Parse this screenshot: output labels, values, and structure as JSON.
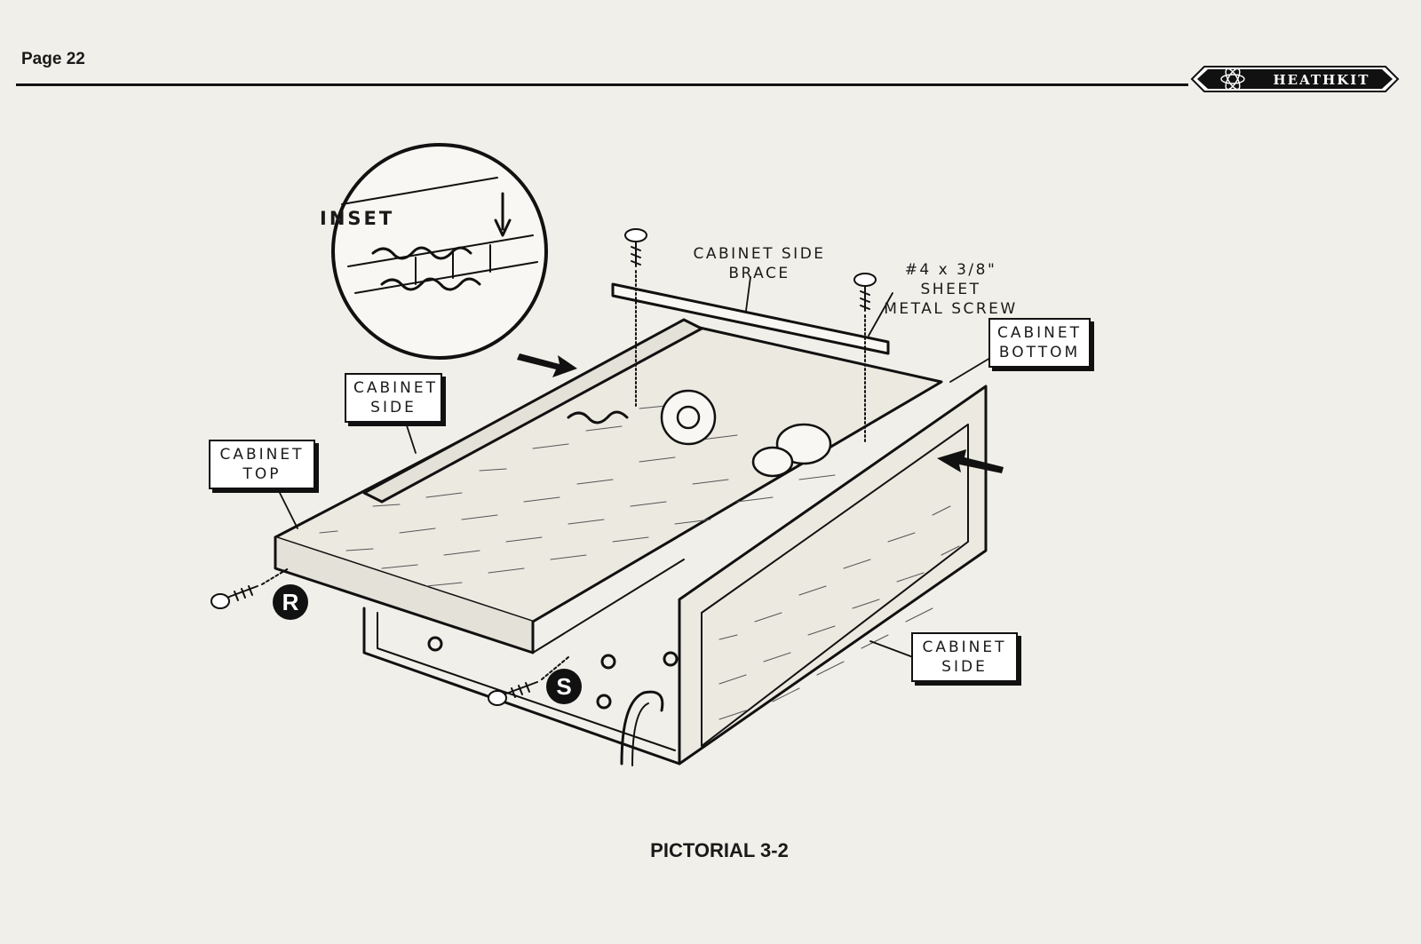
{
  "header": {
    "page_number": "Page 22",
    "brand": "HEATHKIT"
  },
  "figure": {
    "inset_label": "INSET",
    "labels": {
      "cabinet_side_brace": [
        "CABINET SIDE",
        "BRACE"
      ],
      "metal_screw": [
        "#4 x 3/8\" SHEET",
        "METAL SCREW"
      ],
      "cabinet_bottom": [
        "CABINET",
        "BOTTOM"
      ],
      "cabinet_side_upper": [
        "CABINET",
        "SIDE"
      ],
      "cabinet_top": [
        "CABINET",
        "TOP"
      ],
      "cabinet_side_lower": [
        "CABINET",
        "SIDE"
      ]
    },
    "callouts": {
      "r": "R",
      "s": "S"
    },
    "caption": "PICTORIAL 3-2"
  },
  "colors": {
    "ink": "#111111",
    "paper": "#f1efe9"
  }
}
